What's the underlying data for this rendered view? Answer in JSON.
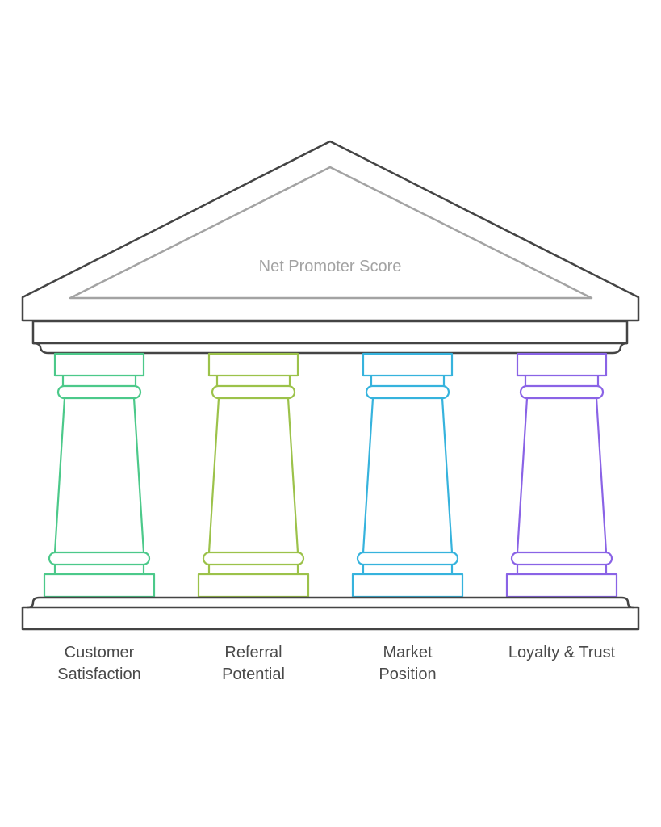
{
  "diagram": {
    "title": "Net Promoter Score",
    "colors": {
      "structure": "#444444",
      "roof_inner": "#a3a3a3"
    },
    "pillars": [
      {
        "lines": [
          "Customer",
          "Satisfaction"
        ],
        "color": "#4cc98a"
      },
      {
        "lines": [
          "Referral",
          "Potential"
        ],
        "color": "#9cc24a"
      },
      {
        "lines": [
          "Market",
          "Position"
        ],
        "color": "#36b3dd"
      },
      {
        "lines": [
          "Loyalty & Trust"
        ],
        "color": "#8a63e6"
      }
    ]
  }
}
